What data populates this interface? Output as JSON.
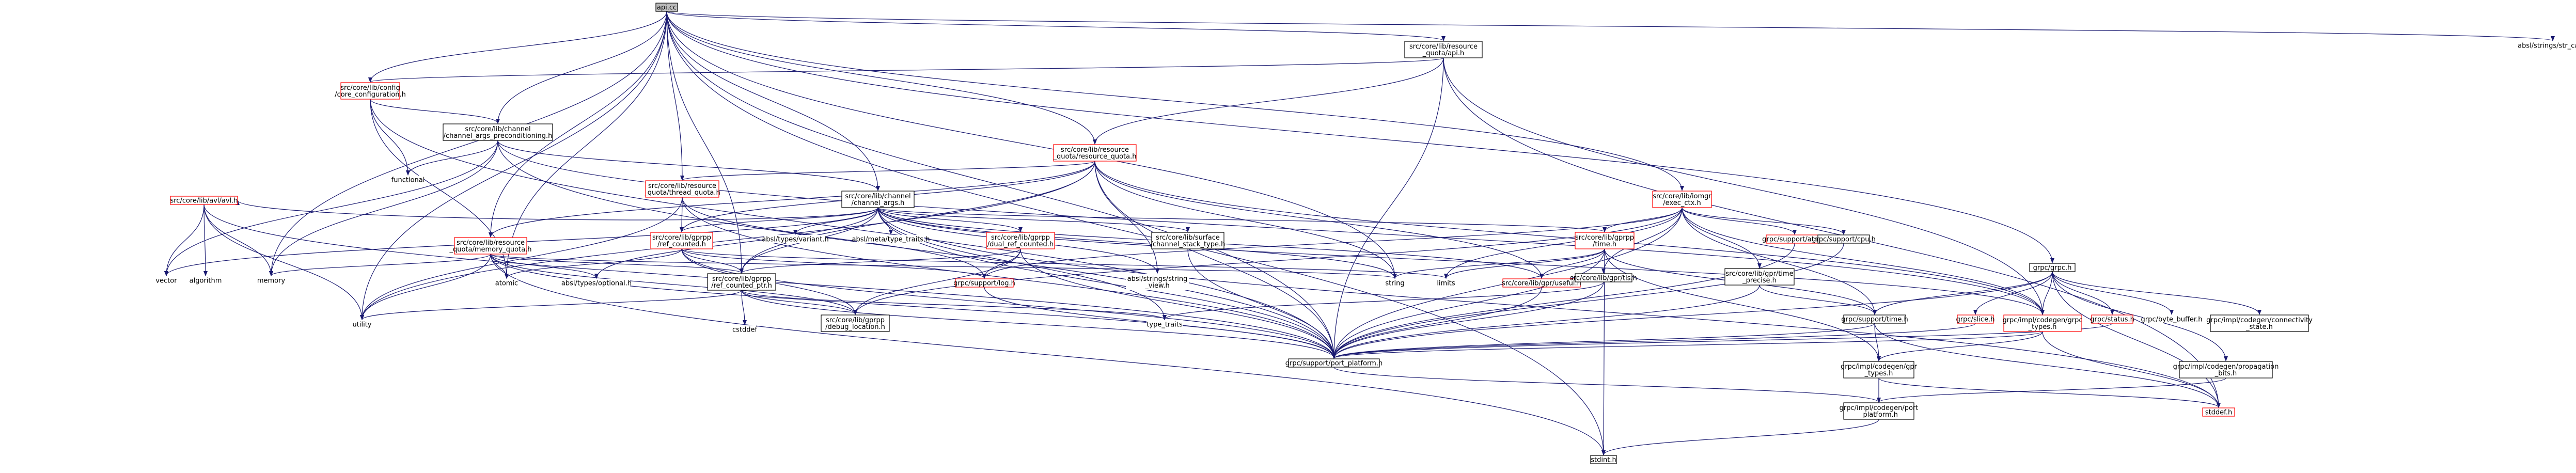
{
  "colors": {
    "edge": "#191970",
    "node_border_default": "#000000",
    "node_border_red": "#ff0000",
    "root_fill": "#bfbfbf",
    "node_fill": "#ffffff"
  },
  "nodes": [
    {
      "id": "root",
      "lines": [
        "api.cc"
      ],
      "border": "black",
      "fill": "grey"
    },
    {
      "id": "rq_api",
      "lines": [
        "src/core/lib/resource",
        "_quota/api.h"
      ],
      "border": "black"
    },
    {
      "id": "grpc_h",
      "lines": [
        "grpc/grpc.h"
      ],
      "border": "black"
    },
    {
      "id": "absl_str_cat",
      "lines": [
        "absl/strings/str_cat.h"
      ],
      "border": "none"
    },
    {
      "id": "core_config",
      "lines": [
        "src/core/lib/config",
        "/core_configuration.h"
      ],
      "border": "red"
    },
    {
      "id": "chan_args_pre",
      "lines": [
        "src/core/lib/channel",
        "/channel_args_preconditioning.h"
      ],
      "border": "black"
    },
    {
      "id": "rq_resource_quota",
      "lines": [
        "src/core/lib/resource",
        "_quota/resource_quota.h"
      ],
      "border": "red"
    },
    {
      "id": "iomgr_exec_ctx",
      "lines": [
        "src/core/lib/iomgr",
        "/exec_ctx.h"
      ],
      "border": "red"
    },
    {
      "id": "functional",
      "lines": [
        "functional"
      ],
      "border": "none"
    },
    {
      "id": "chan_args",
      "lines": [
        "src/core/lib/channel",
        "/channel_args.h"
      ],
      "border": "black"
    },
    {
      "id": "thread_quota",
      "lines": [
        "src/core/lib/resource",
        "_quota/thread_quota.h"
      ],
      "border": "red"
    },
    {
      "id": "avl",
      "lines": [
        "src/core/lib/avl/avl.h"
      ],
      "border": "red"
    },
    {
      "id": "memory_quota",
      "lines": [
        "src/core/lib/resource",
        "_quota/memory_quota.h"
      ],
      "border": "red"
    },
    {
      "id": "ref_counted",
      "lines": [
        "src/core/lib/gprpp",
        "/ref_counted.h"
      ],
      "border": "red"
    },
    {
      "id": "dual_ref_counted",
      "lines": [
        "src/core/lib/gprpp",
        "/dual_ref_counted.h"
      ],
      "border": "red"
    },
    {
      "id": "types_variant",
      "lines": [
        "absl/types/variant.h"
      ],
      "border": "none"
    },
    {
      "id": "meta_type_traits",
      "lines": [
        "absl/meta/type_traits.h"
      ],
      "border": "none"
    },
    {
      "id": "surface_stack_type",
      "lines": [
        "src/core/lib/surface",
        "/channel_stack_type.h"
      ],
      "border": "black"
    },
    {
      "id": "gprpp_time",
      "lines": [
        "src/core/lib/gprpp",
        "/time.h"
      ],
      "border": "red"
    },
    {
      "id": "sup_atm",
      "lines": [
        "grpc/support/atm.h"
      ],
      "border": "red"
    },
    {
      "id": "sup_cpu",
      "lines": [
        "grpc/support/cpu.h"
      ],
      "border": "black"
    },
    {
      "id": "vector",
      "lines": [
        "vector"
      ],
      "border": "none"
    },
    {
      "id": "algorithm",
      "lines": [
        "algorithm"
      ],
      "border": "none"
    },
    {
      "id": "memory",
      "lines": [
        "memory"
      ],
      "border": "none"
    },
    {
      "id": "atomic",
      "lines": [
        "atomic"
      ],
      "border": "none"
    },
    {
      "id": "types_optional",
      "lines": [
        "absl/types/optional.h"
      ],
      "border": "none"
    },
    {
      "id": "ref_counted_ptr",
      "lines": [
        "src/core/lib/gprpp",
        "/ref_counted_ptr.h"
      ],
      "border": "black"
    },
    {
      "id": "sup_log",
      "lines": [
        "grpc/support/log.h"
      ],
      "border": "red"
    },
    {
      "id": "string_view",
      "lines": [
        "absl/strings/string",
        "_view.h"
      ],
      "border": "none"
    },
    {
      "id": "string",
      "lines": [
        "string"
      ],
      "border": "none"
    },
    {
      "id": "limits",
      "lines": [
        "limits"
      ],
      "border": "none"
    },
    {
      "id": "gpr_useful",
      "lines": [
        "src/core/lib/gpr/useful.h"
      ],
      "border": "red"
    },
    {
      "id": "gpr_tls",
      "lines": [
        "src/core/lib/gpr/tls.h"
      ],
      "border": "black"
    },
    {
      "id": "gprpp_time_precise",
      "lines": [
        "src/core/lib/gpr/time",
        "_precise.h"
      ],
      "border": "black"
    },
    {
      "id": "utility",
      "lines": [
        "utility"
      ],
      "border": "none"
    },
    {
      "id": "cstddef",
      "lines": [
        "cstddef"
      ],
      "border": "none"
    },
    {
      "id": "debug_location",
      "lines": [
        "src/core/lib/gprpp",
        "/debug_location.h"
      ],
      "border": "black"
    },
    {
      "id": "type_traits",
      "lines": [
        "type_traits"
      ],
      "border": "none"
    },
    {
      "id": "port_platform",
      "lines": [
        "grpc/support/port_platform.h"
      ],
      "border": "black"
    },
    {
      "id": "sup_time",
      "lines": [
        "grpc/support/time.h"
      ],
      "border": "black"
    },
    {
      "id": "grpc_types",
      "lines": [
        "grpc/impl/codegen/grpc",
        "_types.h"
      ],
      "border": "red"
    },
    {
      "id": "slice",
      "lines": [
        "grpc/slice.h"
      ],
      "border": "red"
    },
    {
      "id": "status",
      "lines": [
        "grpc/status.h"
      ],
      "border": "red"
    },
    {
      "id": "byte_buffer",
      "lines": [
        "grpc/byte_buffer.h"
      ],
      "border": "none"
    },
    {
      "id": "connectivity_state",
      "lines": [
        "grpc/impl/codegen/connectivity",
        "_state.h"
      ],
      "border": "black"
    },
    {
      "id": "propagation_bits",
      "lines": [
        "grpc/impl/codegen/propagation",
        "_bits.h"
      ],
      "border": "black"
    },
    {
      "id": "gpr_types",
      "lines": [
        "grpc/impl/codegen/gpr",
        "_types.h"
      ],
      "border": "black"
    },
    {
      "id": "codegen_port_platform",
      "lines": [
        "grpc/impl/codegen/port",
        "_platform.h"
      ],
      "border": "black"
    },
    {
      "id": "stddef",
      "lines": [
        "stddef.h"
      ],
      "border": "red"
    },
    {
      "id": "stdint",
      "lines": [
        "stdint.h"
      ],
      "border": "black"
    }
  ],
  "edges": [
    [
      "root",
      "rq_api"
    ],
    [
      "root",
      "grpc_h"
    ],
    [
      "root",
      "absl_str_cat"
    ],
    [
      "root",
      "core_config"
    ],
    [
      "root",
      "chan_args_pre"
    ],
    [
      "root",
      "rq_resource_quota"
    ],
    [
      "root",
      "iomgr_exec_ctx"
    ],
    [
      "root",
      "chan_args"
    ],
    [
      "root",
      "thread_quota"
    ],
    [
      "root",
      "memory_quota"
    ],
    [
      "root",
      "string"
    ],
    [
      "root",
      "memory"
    ],
    [
      "root",
      "utility"
    ],
    [
      "root",
      "atomic"
    ],
    [
      "root",
      "port_platform"
    ],
    [
      "root",
      "ref_counted_ptr"
    ],
    [
      "root",
      "stdint"
    ],
    [
      "rq_api",
      "core_config"
    ],
    [
      "rq_api",
      "rq_resource_quota"
    ],
    [
      "rq_api",
      "port_platform"
    ],
    [
      "rq_api",
      "grpc_types"
    ],
    [
      "rq_api",
      "stddef"
    ],
    [
      "grpc_h",
      "port_platform"
    ],
    [
      "grpc_h",
      "grpc_types"
    ],
    [
      "grpc_h",
      "byte_buffer"
    ],
    [
      "grpc_h",
      "slice"
    ],
    [
      "grpc_h",
      "status"
    ],
    [
      "grpc_h",
      "connectivity_state"
    ],
    [
      "grpc_h",
      "propagation_bits"
    ],
    [
      "grpc_h",
      "sup_time"
    ],
    [
      "grpc_h",
      "stddef"
    ],
    [
      "core_config",
      "chan_args_pre"
    ],
    [
      "core_config",
      "functional"
    ],
    [
      "core_config",
      "atomic"
    ],
    [
      "core_config",
      "port_platform"
    ],
    [
      "chan_args_pre",
      "chan_args"
    ],
    [
      "chan_args_pre",
      "functional"
    ],
    [
      "chan_args_pre",
      "vector"
    ],
    [
      "chan_args_pre",
      "port_platform"
    ],
    [
      "chan_args_pre",
      "grpc_types"
    ],
    [
      "chan_args_pre",
      "memory"
    ],
    [
      "rq_resource_quota",
      "thread_quota"
    ],
    [
      "rq_resource_quota",
      "memory_quota"
    ],
    [
      "rq_resource_quota",
      "ref_counted"
    ],
    [
      "rq_resource_quota",
      "ref_counted_ptr"
    ],
    [
      "rq_resource_quota",
      "string"
    ],
    [
      "rq_resource_quota",
      "string_view"
    ],
    [
      "rq_resource_quota",
      "gpr_useful"
    ],
    [
      "rq_resource_quota",
      "port_platform"
    ],
    [
      "rq_resource_quota",
      "grpc_types"
    ],
    [
      "rq_resource_quota",
      "utility"
    ],
    [
      "iomgr_exec_ctx",
      "gprpp_time"
    ],
    [
      "iomgr_exec_ctx",
      "sup_atm"
    ],
    [
      "iomgr_exec_ctx",
      "sup_cpu"
    ],
    [
      "iomgr_exec_ctx",
      "gpr_tls"
    ],
    [
      "iomgr_exec_ctx",
      "gprpp_time_precise"
    ],
    [
      "iomgr_exec_ctx",
      "port_platform"
    ],
    [
      "iomgr_exec_ctx",
      "sup_log"
    ],
    [
      "iomgr_exec_ctx",
      "limits"
    ],
    [
      "iomgr_exec_ctx",
      "debug_location"
    ],
    [
      "iomgr_exec_ctx",
      "grpc_types"
    ],
    [
      "iomgr_exec_ctx",
      "sup_time"
    ],
    [
      "chan_args",
      "avl"
    ],
    [
      "chan_args",
      "ref_counted"
    ],
    [
      "chan_args",
      "dual_ref_counted"
    ],
    [
      "chan_args",
      "types_variant"
    ],
    [
      "chan_args",
      "meta_type_traits"
    ],
    [
      "chan_args",
      "surface_stack_type"
    ],
    [
      "chan_args",
      "gprpp_time"
    ],
    [
      "chan_args",
      "ref_counted_ptr"
    ],
    [
      "chan_args",
      "string_view"
    ],
    [
      "chan_args",
      "types_optional"
    ],
    [
      "chan_args",
      "string"
    ],
    [
      "chan_args",
      "gpr_useful"
    ],
    [
      "chan_args",
      "port_platform"
    ],
    [
      "chan_args",
      "grpc_types"
    ],
    [
      "chan_args",
      "type_traits"
    ],
    [
      "chan_args",
      "vector"
    ],
    [
      "chan_args",
      "stddef"
    ],
    [
      "thread_quota",
      "ref_counted"
    ],
    [
      "thread_quota",
      "port_platform"
    ],
    [
      "thread_quota",
      "sup_log"
    ],
    [
      "thread_quota",
      "utility"
    ],
    [
      "avl",
      "vector"
    ],
    [
      "avl",
      "algorithm"
    ],
    [
      "avl",
      "memory"
    ],
    [
      "avl",
      "port_platform"
    ],
    [
      "avl",
      "utility"
    ],
    [
      "memory_quota",
      "atomic"
    ],
    [
      "memory_quota",
      "types_optional"
    ],
    [
      "memory_quota",
      "ref_counted_ptr"
    ],
    [
      "memory_quota",
      "memory"
    ],
    [
      "memory_quota",
      "utility"
    ],
    [
      "memory_quota",
      "port_platform"
    ],
    [
      "memory_quota",
      "stdint"
    ],
    [
      "memory_quota",
      "string"
    ],
    [
      "memory_quota",
      "debug_location"
    ],
    [
      "ref_counted",
      "atomic"
    ],
    [
      "ref_counted",
      "ref_counted_ptr"
    ],
    [
      "ref_counted",
      "sup_log"
    ],
    [
      "ref_counted",
      "limits"
    ],
    [
      "ref_counted",
      "debug_location"
    ],
    [
      "ref_counted",
      "port_platform"
    ],
    [
      "dual_ref_counted",
      "ref_counted_ptr"
    ],
    [
      "dual_ref_counted",
      "sup_log"
    ],
    [
      "dual_ref_counted",
      "debug_location"
    ],
    [
      "dual_ref_counted",
      "port_platform"
    ],
    [
      "surface_stack_type",
      "port_platform"
    ],
    [
      "gprpp_time",
      "sup_time"
    ],
    [
      "gprpp_time",
      "gpr_useful"
    ],
    [
      "gprpp_time",
      "limits"
    ],
    [
      "gprpp_time",
      "string"
    ],
    [
      "gprpp_time",
      "port_platform"
    ],
    [
      "gprpp_time",
      "gpr_types"
    ],
    [
      "gprpp_time",
      "stdint"
    ],
    [
      "sup_atm",
      "port_platform"
    ],
    [
      "sup_cpu",
      "port_platform"
    ],
    [
      "gpr_tls",
      "port_platform"
    ],
    [
      "gpr_tls",
      "type_traits"
    ],
    [
      "gprpp_time_precise",
      "sup_time"
    ],
    [
      "gprpp_time_precise",
      "port_platform"
    ],
    [
      "ref_counted_ptr",
      "utility"
    ],
    [
      "ref_counted_ptr",
      "cstddef"
    ],
    [
      "ref_counted_ptr",
      "debug_location"
    ],
    [
      "ref_counted_ptr",
      "type_traits"
    ],
    [
      "ref_counted_ptr",
      "port_platform"
    ],
    [
      "sup_log",
      "port_platform"
    ],
    [
      "gpr_useful",
      "port_platform"
    ],
    [
      "port_platform",
      "codegen_port_platform"
    ],
    [
      "sup_time",
      "port_platform"
    ],
    [
      "sup_time",
      "gpr_types"
    ],
    [
      "sup_time",
      "stddef"
    ],
    [
      "grpc_types",
      "port_platform"
    ],
    [
      "grpc_types",
      "gpr_types"
    ],
    [
      "grpc_types",
      "stddef"
    ],
    [
      "slice",
      "port_platform"
    ],
    [
      "status",
      "port_platform"
    ],
    [
      "propagation_bits",
      "codegen_port_platform"
    ],
    [
      "gpr_types",
      "codegen_port_platform"
    ],
    [
      "gpr_types",
      "stddef"
    ],
    [
      "codegen_port_platform",
      "stdint"
    ]
  ]
}
